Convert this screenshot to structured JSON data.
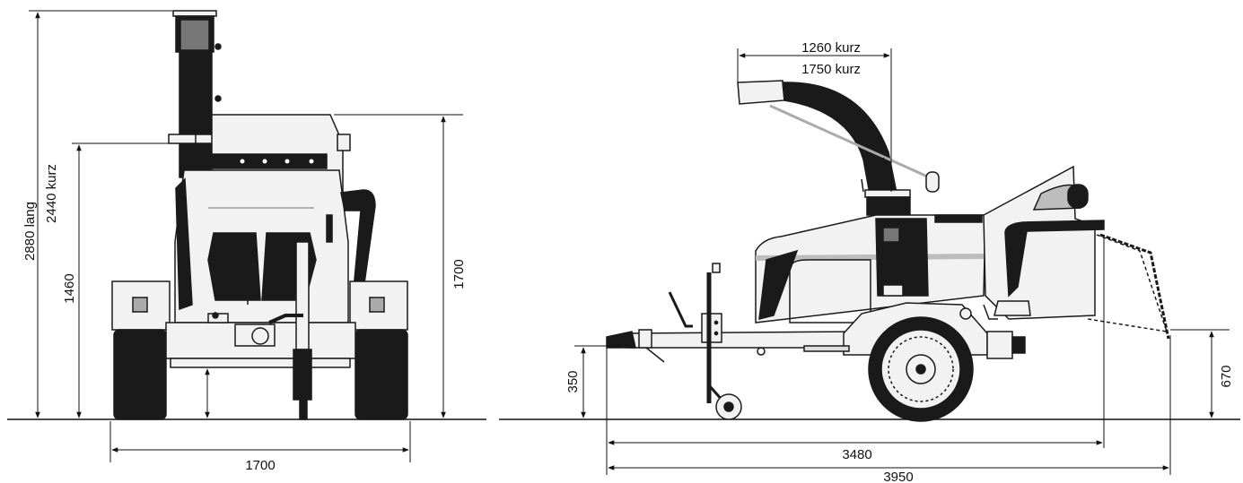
{
  "front_view": {
    "height_long": "2880 lang",
    "height_short": "2440 kurz",
    "height_feed": "1460",
    "height_hood": "1700",
    "width": "1700"
  },
  "side_view": {
    "chute_reach_short": "1260 kurz",
    "chute_reach_long": "1750 kurz",
    "hitch_height": "350",
    "feed_height": "670",
    "length_folded": "3480",
    "length_open": "3950"
  },
  "colors": {
    "ink": "#1a1a1a",
    "body": "#f2f2f2",
    "stripe": "#bdbdbd"
  }
}
